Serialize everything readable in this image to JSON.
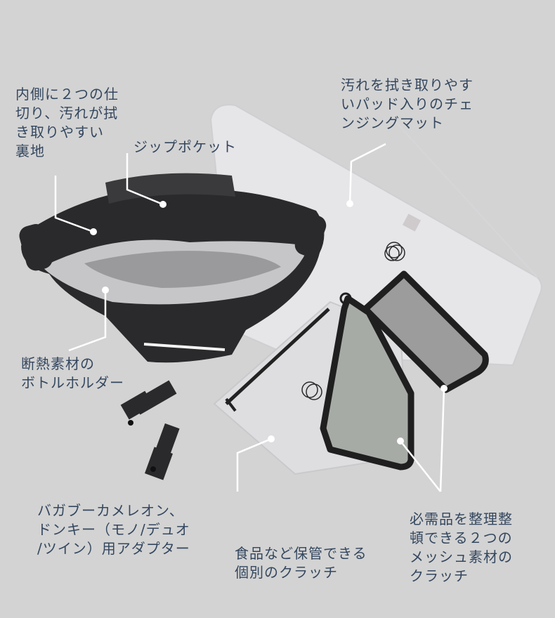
{
  "colors": {
    "background": "#d3d3d3",
    "label_text": "#34475f",
    "leader_line": "#ffffff",
    "bag": "#2a2a2c",
    "mat": "#e6e5e8",
    "clutch_light": "#dedde0",
    "mesh": "#b8b8b8"
  },
  "callouts": [
    {
      "id": "lining",
      "text": "内側に２つの仕\n切り、汚れが拭\nき取りやすい\n裏地"
    },
    {
      "id": "zip-pocket",
      "text": "ジップポケット"
    },
    {
      "id": "changing-mat",
      "text": "汚れを拭き取りやす\nいパッド入りのチェ\nンジングマット"
    },
    {
      "id": "bottle-holder",
      "text": "断熱素材の\nボトルホルダー"
    },
    {
      "id": "adapter",
      "text": "バガブーカメレオン、\nドンキー（モノ/デュオ\n/ツイン）用アダプター"
    },
    {
      "id": "food-clutch",
      "text": "食品など保管できる\n個別のクラッチ"
    },
    {
      "id": "mesh-clutch",
      "text": "必需品を整理整\n頓できる２つの\nメッシュ素材の\nクラッチ"
    }
  ]
}
